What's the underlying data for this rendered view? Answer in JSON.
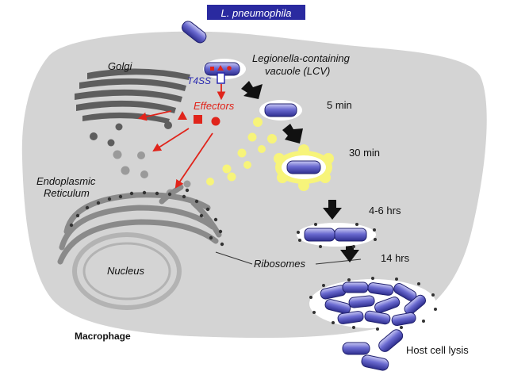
{
  "title": "L. pneumophila",
  "labels": {
    "golgi": "Golgi",
    "lcv_line1": "Legionella-containing",
    "lcv_line2": "vacuole (LCV)",
    "t4ss": "T4SS",
    "effectors": "Effectors",
    "er_line1": "Endoplasmic",
    "er_line2": "Reticulum",
    "nucleus": "Nucleus",
    "ribosomes": "Ribosomes",
    "macrophage": "Macrophage",
    "lysis": "Host cell lysis"
  },
  "timepoints": [
    "5 min",
    "30 min",
    "4-6 hrs",
    "14 hrs"
  ],
  "colors": {
    "title_box": "#2a2aa0",
    "cell": "#d4d4d4",
    "bacterium": "#6a6ad0",
    "effector": "#e0241b",
    "t4ss": "#2a2ab0",
    "vesicle": "#f7f47a",
    "golgi": "#5e5e5e",
    "ribosome": "#333333"
  }
}
